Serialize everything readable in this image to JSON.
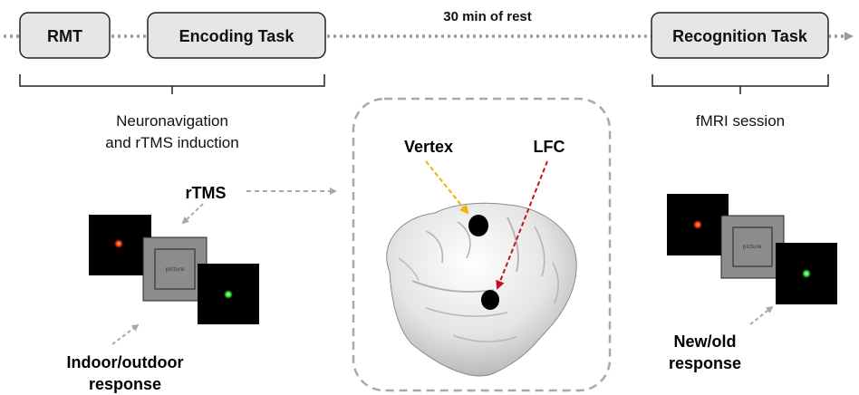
{
  "timeline": {
    "rmt": "RMT",
    "encoding": "Encoding Task",
    "rest": "30 min of rest",
    "recognition": "Recognition Task"
  },
  "left": {
    "caption_line1": "Neuronavigation",
    "caption_line2": "and rTMS induction",
    "rtms": "rTMS",
    "picture": "picture",
    "response_line1": "Indoor/outdoor",
    "response_line2": "response"
  },
  "center": {
    "vertex": "Vertex",
    "lfc": "LFC",
    "vertex_arrow_color": "#f0b400",
    "lfc_arrow_color": "#c0161b"
  },
  "right": {
    "caption": "fMRI session",
    "picture": "picture",
    "response_line1": "New/old",
    "response_line2": "response"
  },
  "colors": {
    "box_fill": "#e6e6e6",
    "fixation_red": "#ff3b10",
    "fixation_green": "#37e02f",
    "dashed_gray": "#a9a9a9"
  },
  "icons": [
    "brain-icon",
    "fixation-screen-icon",
    "picture-screen-icon"
  ]
}
